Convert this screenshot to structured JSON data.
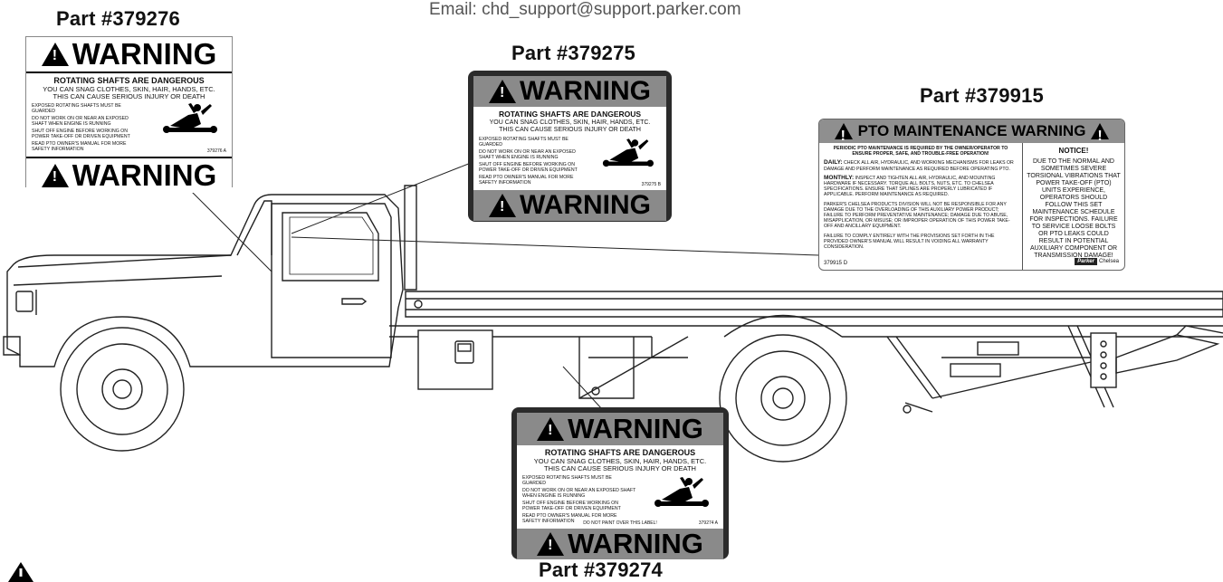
{
  "email": "Email: chd_support@support.parker.com",
  "parts": {
    "p379276": "Part #379276",
    "p379275": "Part #379275",
    "p379915": "Part #379915",
    "p379274": "Part #379274"
  },
  "warning_word": "WARNING",
  "warning": {
    "headline": "ROTATING SHAFTS ARE DANGEROUS",
    "line1": "YOU CAN SNAG CLOTHES, SKIN, HAIR, HANDS, ETC.",
    "line2": "THIS CAN CAUSE SERIOUS INJURY OR DEATH",
    "bullets": [
      "EXPOSED ROTATING SHAFTS MUST BE GUARDED",
      "DO NOT WORK ON OR NEAR AN EXPOSED SHAFT WHEN ENGINE IS RUNNING",
      "SHUT OFF ENGINE BEFORE WORKING ON POWER TAKE-OFF OR DRIVEN EQUIPMENT",
      "READ PTO OWNER'S MANUAL FOR MORE SAFETY INFORMATION"
    ],
    "code_276": "379276  A",
    "code_275": "379275  B",
    "code_274": "379274  A",
    "paint_note": "DO NOT PAINT OVER THIS LABEL!"
  },
  "pto": {
    "title": "PTO MAINTENANCE WARNING",
    "intro": "PERIODIC PTO MAINTENANCE IS REQUIRED BY THE OWNER/OPERATOR TO ENSURE PROPER, SAFE, AND TROUBLE-FREE OPERATION!",
    "daily_label": "DAILY:",
    "daily_text": "CHECK ALL AIR, HYDRAULIC, AND WORKING MECHANISMS FOR LEAKS OR DAMAGE AND PERFORM MAINTENANCE AS REQUIRED BEFORE OPERATING PTO.",
    "monthly_label": "MONTHLY:",
    "monthly_text": "INSPECT AND TIGHTEN ALL AIR, HYDRAULIC, AND MOUNTING HARDWARE IF NECESSARY. TORQUE ALL BOLTS, NUTS, ETC. TO CHELSEA SPECIFICATIONS. ENSURE THAT SPLINES ARE PROPERLY LUBRICATED IF APPLICABLE. PERFORM MAINTENANCE AS REQUIRED.",
    "liability": "PARKER'S CHELSEA PRODUCTS DIVISION WILL NOT BE RESPONSIBLE FOR ANY DAMAGE DUE TO THE OVERLOADING OF THIS AUXILIARY POWER PRODUCT; FAILURE TO PERFORM PREVENTATIVE MAINTENANCE; DAMAGE DUE TO ABUSE, MISAPPLICATION, OR MISUSE; OR IMPROPER OPERATION OF THIS POWER TAKE-OFF AND ANCILLARY EQUIPMENT.",
    "warranty": "FAILURE TO COMPLY ENTIRELY WITH THE PROVISIONS SET FORTH IN THE PROVIDED OWNER'S MANUAL WILL RESULT IN VOIDING ALL WARRANTY CONSIDERATION.",
    "code": "379915  D",
    "notice_title": "NOTICE!",
    "notice_text": "DUE TO THE NORMAL AND SOMETIMES SEVERE TORSIONAL VIBRATIONS THAT POWER TAKE-OFF (PTO) UNITS EXPERIENCE, OPERATORS SHOULD FOLLOW THIS SET MAINTENANCE SCHEDULE FOR INSPECTIONS. FAILURE TO SERVICE LOOSE BOLTS OR PTO LEAKS COULD RESULT IN POTENTIAL AUXILIARY COMPONENT OR TRANSMISSION DAMAGE!",
    "logo_parker": "Parker",
    "logo_chelsea": "Chelsea"
  }
}
